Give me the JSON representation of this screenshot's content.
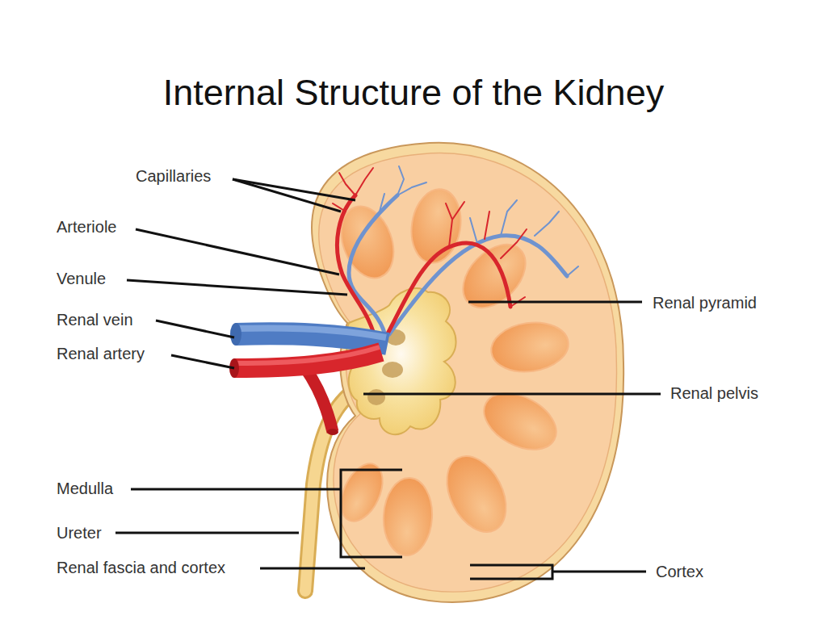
{
  "diagram": {
    "title": "Internal Structure of the Kidney",
    "labels": [
      "Capillaries",
      "Arteriole",
      "Venule",
      "Renal vein",
      "Renal artery",
      "Renal pyramid",
      "Renal pelvis",
      "Medulla",
      "Ureter",
      "Renal fascia and cortex",
      "Cortex"
    ]
  }
}
